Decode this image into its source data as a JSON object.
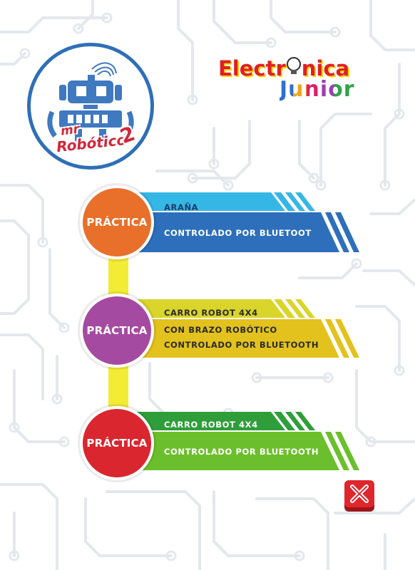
{
  "logo": {
    "line1": "mr",
    "line2": "Robótico",
    "number": "2"
  },
  "brand": {
    "word1_a": "Electr",
    "word1_b": "nica",
    "word2": "Junior"
  },
  "practices": [
    {
      "badge": "PRÁCTICA",
      "line1": "ARAÑA",
      "line2": "CONTROLADO POR BLUETOOT",
      "line3": "",
      "color": "#e8702a",
      "band_top": "#35b7e6",
      "band_bottom": "#2d6fbb"
    },
    {
      "badge": "PRÁCTICA",
      "line1": "CARRO ROBOT 4X4",
      "line2": "CON BRAZO ROBÓTICO",
      "line3": "CONTROLADO POR BLUETOOTH",
      "color": "#a54aa1",
      "band_top": "#d9d52b",
      "band_bottom": "#e3c21d"
    },
    {
      "badge": "PRÁCTICA",
      "line1": "CARRO ROBOT 4X4",
      "line2": "CONTROLADO POR BLUETOOTH",
      "line3": "",
      "color": "#d9262f",
      "band_top": "#2f9e3a",
      "band_bottom": "#6cbf2c"
    }
  ],
  "colors": {
    "connector": "#f2ec34",
    "circuit": "#e3e7ec",
    "close_red": "#e0262d"
  },
  "icons": {
    "close": "close-x-icon"
  }
}
